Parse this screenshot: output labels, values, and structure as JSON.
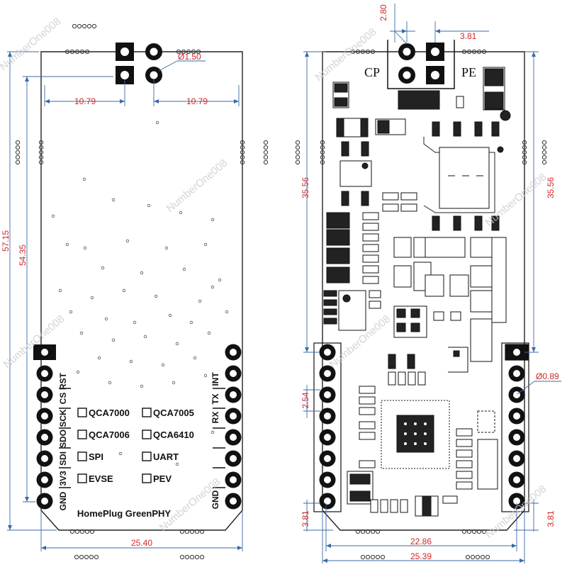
{
  "watermark": "NumberOne008",
  "front_view": {
    "dimensions": {
      "hole_diameter": "Ø1.50",
      "left_offset": "10.79",
      "right_offset": "10.79",
      "total_height": "57.15",
      "inner_height": "54.35",
      "width": "25.40"
    },
    "left_pins": [
      "RST",
      "CS",
      "SCK",
      "SDO",
      "SDI",
      "3V3",
      "GND"
    ],
    "right_pins": [
      "INT",
      "TX",
      "RX",
      "GND"
    ],
    "options": [
      "QCA7000",
      "QCA7005",
      "QCA7006",
      "QCA6410",
      "SPI",
      "UART",
      "EVSE",
      "PEV"
    ],
    "board_title": "HomePlug GreenPHY"
  },
  "back_view": {
    "dimensions": {
      "top_pitch": "2.80",
      "top_offset": "3.81",
      "left_height": "35.56",
      "right_height": "35.56",
      "pin_pitch": "2.54",
      "pin_hole_diameter": "Ø0.89",
      "bottom_left_offset": "3.81",
      "bottom_right_offset": "3.81",
      "inner_width": "22.86",
      "outer_width": "25.39"
    },
    "connector_labels": {
      "left": "CP",
      "right": "PE"
    }
  }
}
